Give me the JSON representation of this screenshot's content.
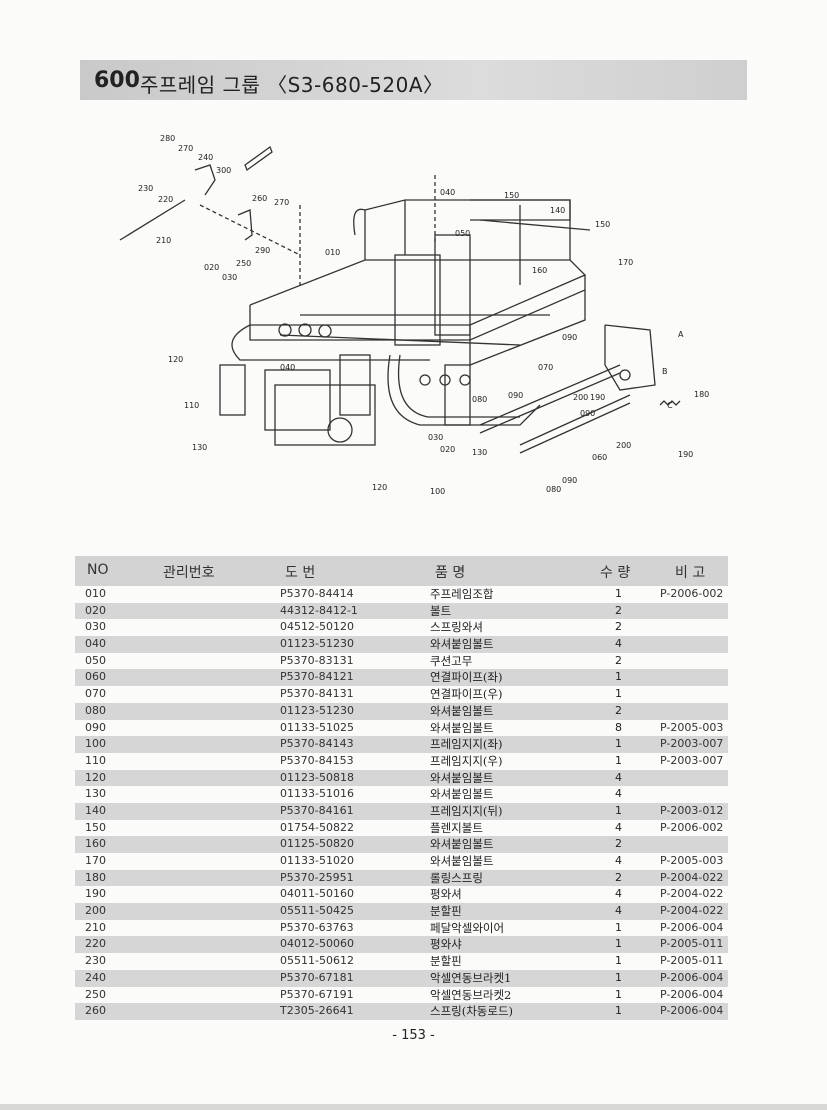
{
  "header": {
    "section_number": "600",
    "title": "주프레임 그룹 〈S3-680-520A〉"
  },
  "diagram": {
    "callouts": [
      "280",
      "270",
      "240",
      "300",
      "230",
      "220",
      "260",
      "270",
      "210",
      "250",
      "290",
      "040",
      "150",
      "140",
      "150",
      "050",
      "010",
      "160",
      "170",
      "020",
      "030",
      "090",
      "A",
      "B",
      "C",
      "120",
      "040",
      "070",
      "180",
      "110",
      "080",
      "090",
      "200",
      "190",
      "090",
      "030",
      "020",
      "130",
      "060",
      "200",
      "190",
      "130",
      "120",
      "100",
      "090",
      "080"
    ]
  },
  "table": {
    "headers": {
      "no": "NO",
      "management": "관리번호",
      "drawing": "도   번",
      "name": "품   명",
      "quantity": "수 량",
      "remarks": "비   고"
    },
    "rows": [
      {
        "no": "010",
        "drawing": "P5370-84414",
        "name": "주프레임조합",
        "qty": "1",
        "remarks": "P-2006-002"
      },
      {
        "no": "020",
        "drawing": "44312-8412-1",
        "name": "볼트",
        "qty": "2",
        "remarks": ""
      },
      {
        "no": "030",
        "drawing": "04512-50120",
        "name": "스프링와셔",
        "qty": "2",
        "remarks": ""
      },
      {
        "no": "040",
        "drawing": "01123-51230",
        "name": "와셔붙임볼트",
        "qty": "4",
        "remarks": ""
      },
      {
        "no": "050",
        "drawing": "P5370-83131",
        "name": "쿠션고무",
        "qty": "2",
        "remarks": ""
      },
      {
        "no": "060",
        "drawing": "P5370-84121",
        "name": "연결파이프(좌)",
        "qty": "1",
        "remarks": ""
      },
      {
        "no": "070",
        "drawing": "P5370-84131",
        "name": "연결파이프(우)",
        "qty": "1",
        "remarks": ""
      },
      {
        "no": "080",
        "drawing": "01123-51230",
        "name": "와셔붙임볼트",
        "qty": "2",
        "remarks": ""
      },
      {
        "no": "090",
        "drawing": "01133-51025",
        "name": "와셔붙임볼트",
        "qty": "8",
        "remarks": "P-2005-003"
      },
      {
        "no": "100",
        "drawing": "P5370-84143",
        "name": "프레임지지(좌)",
        "qty": "1",
        "remarks": "P-2003-007"
      },
      {
        "no": "110",
        "drawing": "P5370-84153",
        "name": "프레임지지(우)",
        "qty": "1",
        "remarks": "P-2003-007"
      },
      {
        "no": "120",
        "drawing": "01123-50818",
        "name": "와셔붙임볼트",
        "qty": "4",
        "remarks": ""
      },
      {
        "no": "130",
        "drawing": "01133-51016",
        "name": "와셔붙임볼트",
        "qty": "4",
        "remarks": ""
      },
      {
        "no": "140",
        "drawing": "P5370-84161",
        "name": "프레임지지(뒤)",
        "qty": "1",
        "remarks": "P-2003-012"
      },
      {
        "no": "150",
        "drawing": "01754-50822",
        "name": "플렌지볼트",
        "qty": "4",
        "remarks": "P-2006-002"
      },
      {
        "no": "160",
        "drawing": "01125-50820",
        "name": "와셔붙임볼트",
        "qty": "2",
        "remarks": ""
      },
      {
        "no": "170",
        "drawing": "01133-51020",
        "name": "와셔붙임볼트",
        "qty": "4",
        "remarks": "P-2005-003"
      },
      {
        "no": "180",
        "drawing": "P5370-25951",
        "name": "롤링스프링",
        "qty": "2",
        "remarks": "P-2004-022"
      },
      {
        "no": "190",
        "drawing": "04011-50160",
        "name": "평와셔",
        "qty": "4",
        "remarks": "P-2004-022"
      },
      {
        "no": "200",
        "drawing": "05511-50425",
        "name": "분할핀",
        "qty": "4",
        "remarks": "P-2004-022"
      },
      {
        "no": "210",
        "drawing": "P5370-63763",
        "name": "페달악셀와이어",
        "qty": "1",
        "remarks": "P-2006-004"
      },
      {
        "no": "220",
        "drawing": "04012-50060",
        "name": "평와샤",
        "qty": "1",
        "remarks": "P-2005-011"
      },
      {
        "no": "230",
        "drawing": "05511-50612",
        "name": "분할핀",
        "qty": "1",
        "remarks": "P-2005-011"
      },
      {
        "no": "240",
        "drawing": "P5370-67181",
        "name": "악셀연동브라켓1",
        "qty": "1",
        "remarks": "P-2006-004"
      },
      {
        "no": "250",
        "drawing": "P5370-67191",
        "name": "악셀연동브라켓2",
        "qty": "1",
        "remarks": "P-2006-004"
      },
      {
        "no": "260",
        "drawing": "T2305-26641",
        "name": "스프링(차동로드)",
        "qty": "1",
        "remarks": "P-2006-004"
      }
    ]
  },
  "footer": {
    "page_number": "- 153 -"
  }
}
